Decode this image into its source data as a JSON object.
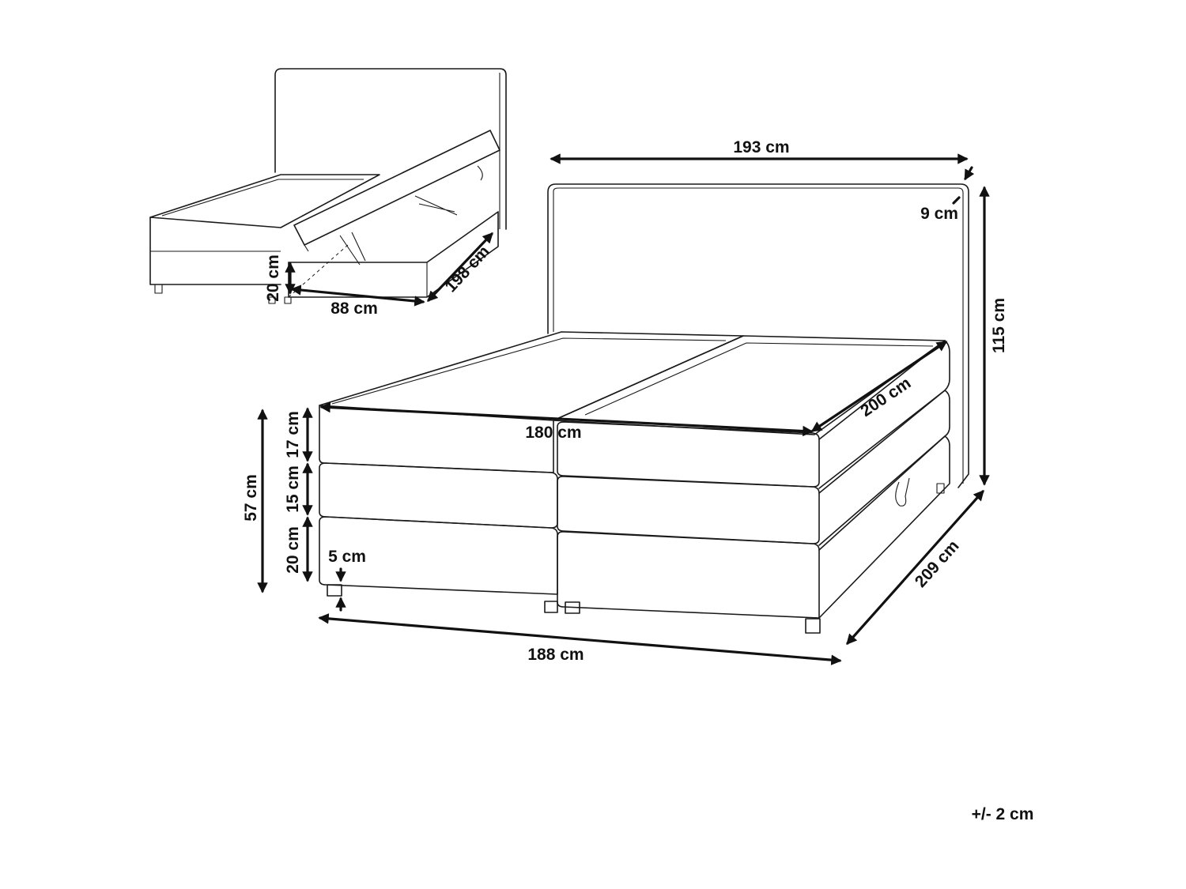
{
  "dimensions": {
    "headboard_width": "193 cm",
    "headboard_thickness": "9 cm",
    "headboard_height": "115 cm",
    "mattress_length": "200 cm",
    "mattress_width": "180 cm",
    "bed_length": "209 cm",
    "base_width": "188 cm",
    "total_height": "57 cm",
    "topper_height": "17 cm",
    "mattress_height": "15 cm",
    "base_height": "20 cm",
    "leg_height": "5 cm"
  },
  "storage_view": {
    "depth": "20 cm",
    "width": "88 cm",
    "length": "198 cm"
  },
  "tolerance": "+/- 2 cm"
}
